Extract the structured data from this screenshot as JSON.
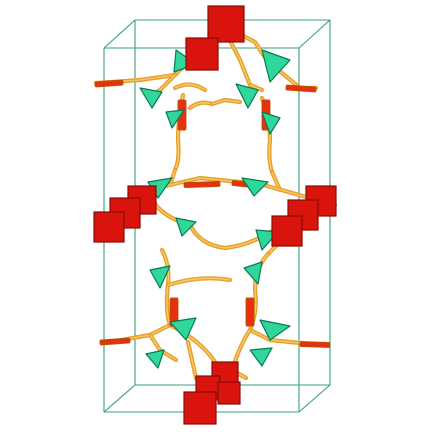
{
  "figure": {
    "kind": "crystal-structure-unit-cell",
    "colors": {
      "background": "#ffffff",
      "cell_edge": "#3a9f7e",
      "bond": "#e8a02a",
      "bond_highlight": "#f8d47c",
      "square_fill": "#d8140c",
      "square_edge": "#8a0c06",
      "triangle_fill": "#2fd79a",
      "triangle_edge": "#0b7a52",
      "bar_fill": "#e8300c",
      "bar_edge": "#b3540a"
    },
    "icons": {
      "square_unit": "red-square-polyhedron",
      "triangle_unit": "green-triangle-polyhedron",
      "linker": "orange-rod-linker"
    }
  }
}
